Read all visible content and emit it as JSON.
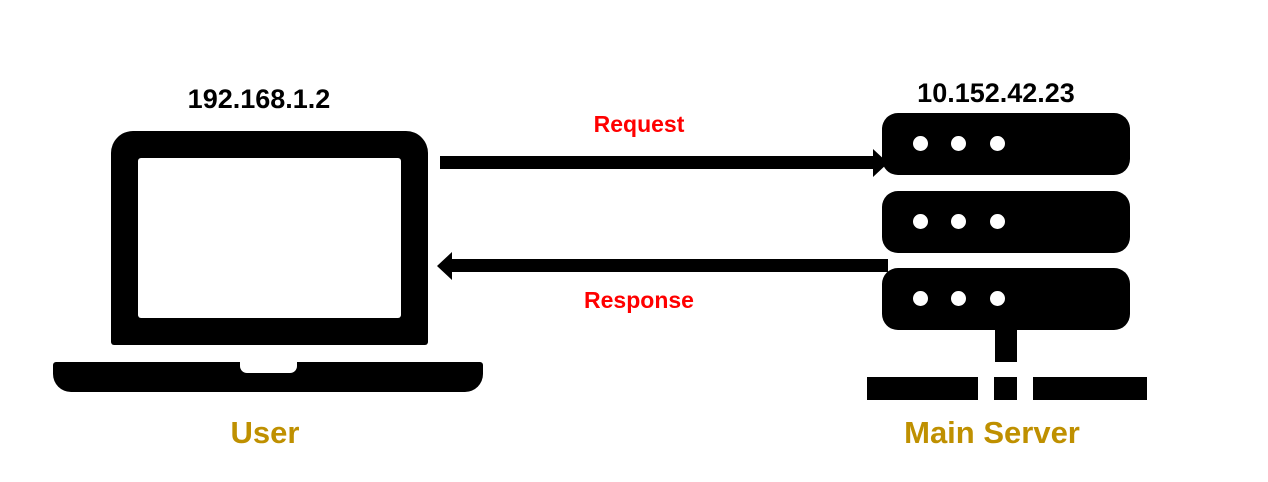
{
  "diagram": {
    "client": {
      "ip": "192.168.1.2",
      "name": "User",
      "icon": "laptop-icon"
    },
    "server": {
      "ip": "10.152.42.23",
      "name": "Main Server",
      "icon": "server-rack-icon"
    },
    "flows": {
      "request": {
        "label": "Request",
        "direction": "client-to-server"
      },
      "response": {
        "label": "Response",
        "direction": "server-to-client"
      }
    },
    "colors": {
      "icon": "#000000",
      "flow_label": "#ff0000",
      "name_label": "#bf9000"
    }
  }
}
